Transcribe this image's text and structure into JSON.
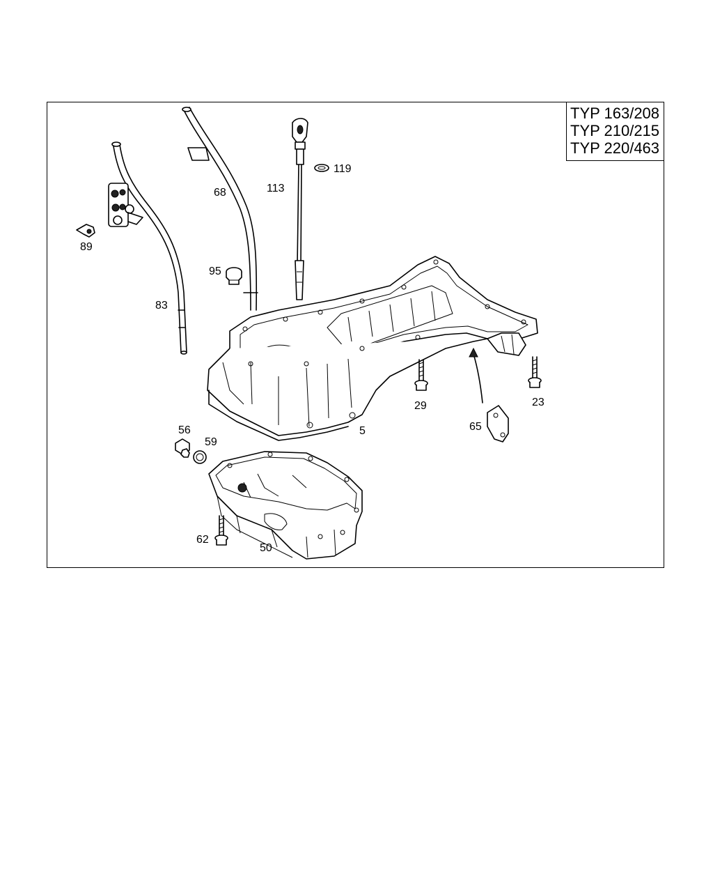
{
  "type_box": {
    "lines": [
      "TYP 163/208",
      "TYP 210/215",
      "TYP 220/463"
    ]
  },
  "callouts": {
    "p119": "119",
    "p68": "68",
    "p113": "113",
    "p89": "89",
    "p95": "95",
    "p83": "83",
    "p29": "29",
    "p23": "23",
    "p5": "5",
    "p65": "65",
    "p56": "56",
    "p59": "59",
    "p62": "62",
    "p50": "50"
  }
}
